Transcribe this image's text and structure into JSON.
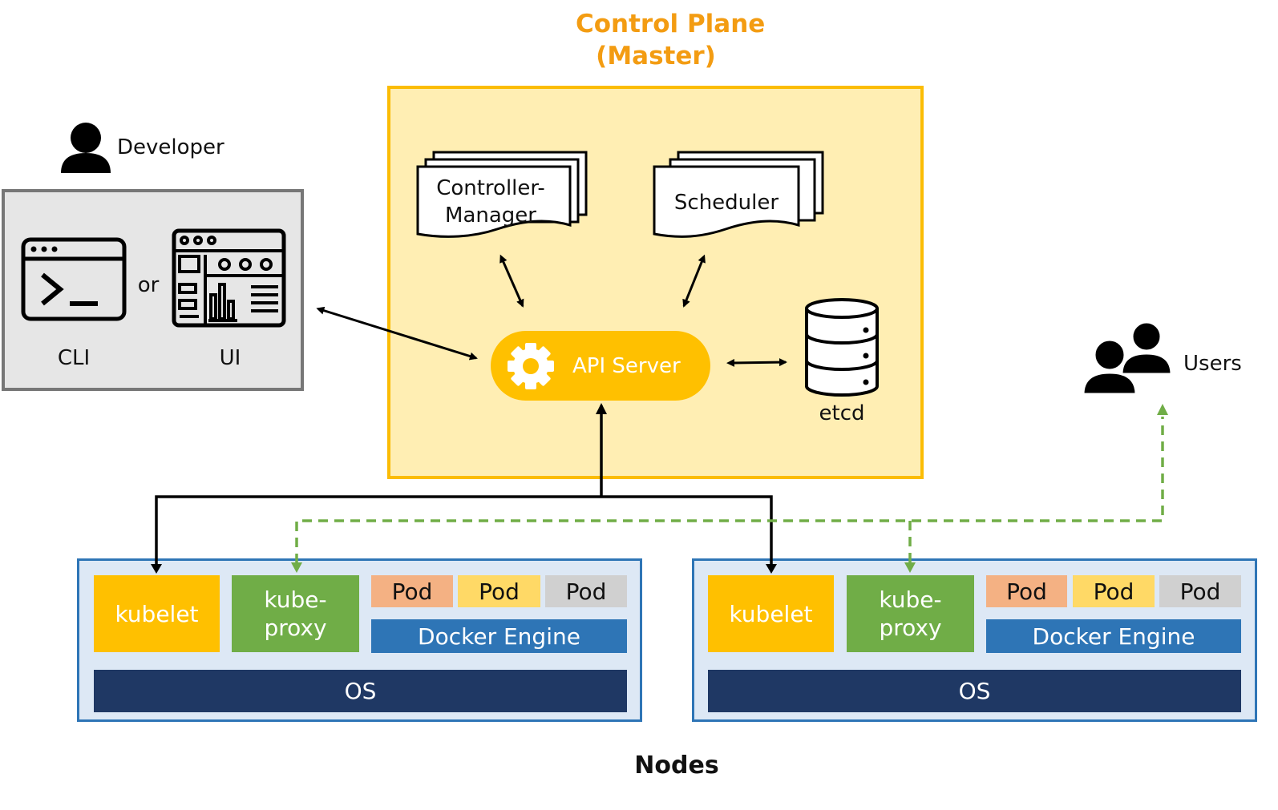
{
  "control_plane": {
    "title_line1": "Control Plane",
    "title_line2": "(Master)",
    "controller_manager_line1": "Controller-",
    "controller_manager_line2": "Manager",
    "scheduler": "Scheduler",
    "api_server": "API Server",
    "etcd": "etcd",
    "fill_color": "#ffeeb3",
    "border_color": "#fbbc05",
    "accent_color": "#ffc000"
  },
  "developer": {
    "label": "Developer",
    "cli_label": "CLI",
    "ui_label": "UI",
    "or_label": "or",
    "panel_fill": "#e6e6e6",
    "panel_border": "#777777"
  },
  "users": {
    "label": "Users"
  },
  "nodes": {
    "title": "Nodes",
    "items": [
      {
        "kubelet": "kubelet",
        "kube_proxy_line1": "kube-",
        "kube_proxy_line2": "proxy",
        "pods": [
          "Pod",
          "Pod",
          "Pod"
        ],
        "docker_engine": "Docker Engine",
        "os": "OS"
      },
      {
        "kubelet": "kubelet",
        "kube_proxy_line1": "kube-",
        "kube_proxy_line2": "proxy",
        "pods": [
          "Pod",
          "Pod",
          "Pod"
        ],
        "docker_engine": "Docker Engine",
        "os": "OS"
      }
    ],
    "colors": {
      "node_fill": "#dde8f5",
      "node_border": "#2e75b6",
      "kubelet": "#ffc000",
      "kube_proxy": "#70ad47",
      "pod_1": "#f4b183",
      "pod_2": "#ffd966",
      "pod_3": "#d0d0d0",
      "docker_engine": "#2e75b6",
      "os": "#1f3864"
    }
  },
  "connectors": {
    "control_color": "#000000",
    "traffic_color": "#70ad47"
  }
}
